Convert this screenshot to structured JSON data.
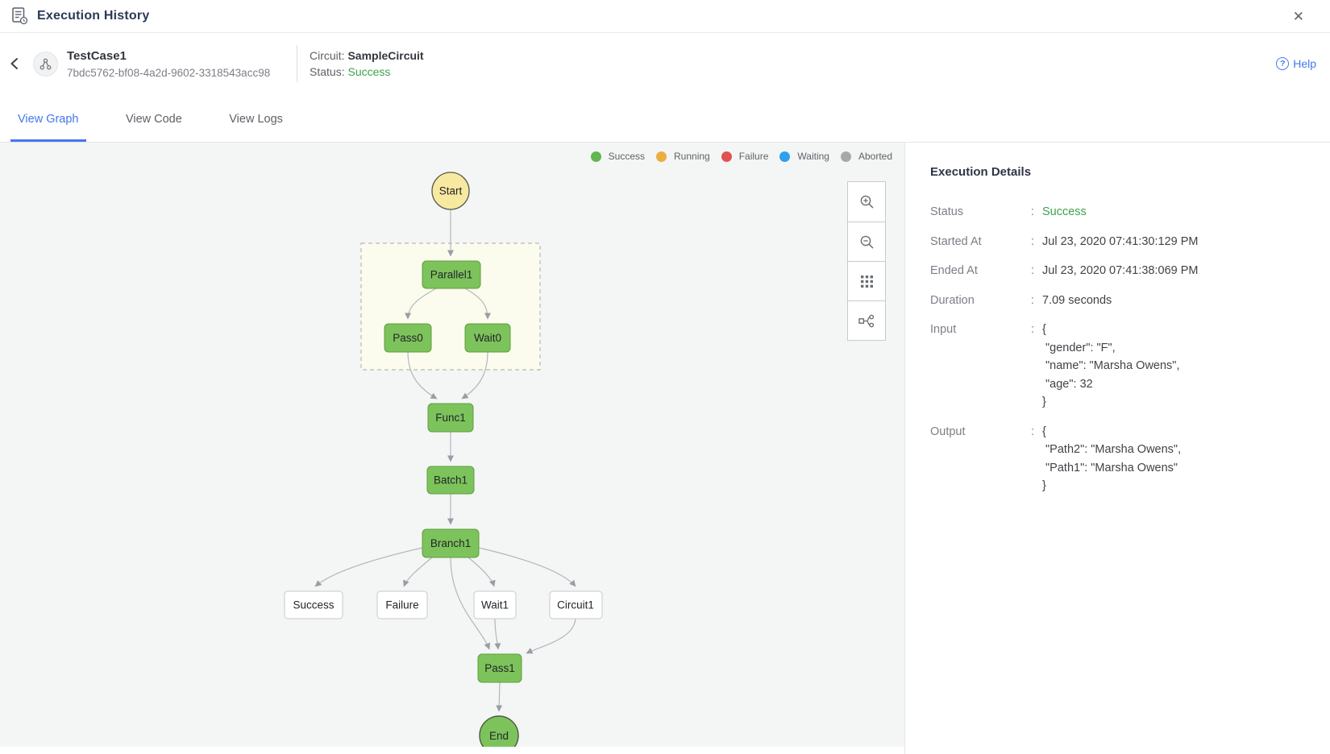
{
  "header": {
    "title": "Execution History",
    "close_glyph": "✕"
  },
  "test_case": {
    "name": "TestCase1",
    "uuid": "7bdc5762-bf08-4a2d-9602-3318543acc98",
    "circuit_label": "Circuit:",
    "circuit_value": "SampleCircuit",
    "status_label": "Status:",
    "status_value": "Success",
    "help_label": "Help",
    "help_icon": "?"
  },
  "tabs": [
    {
      "label": "View Graph",
      "active": true
    },
    {
      "label": "View Code",
      "active": false
    },
    {
      "label": "View Logs",
      "active": false
    }
  ],
  "legend": [
    {
      "label": "Success",
      "color": "#61b750"
    },
    {
      "label": "Running",
      "color": "#ecae3f"
    },
    {
      "label": "Failure",
      "color": "#e05252"
    },
    {
      "label": "Waiting",
      "color": "#2f9ff0"
    },
    {
      "label": "Aborted",
      "color": "#a6a9ac"
    }
  ],
  "graph": {
    "nodes": {
      "start": "Start",
      "parallel1": "Parallel1",
      "pass0": "Pass0",
      "wait0": "Wait0",
      "func1": "Func1",
      "batch1": "Batch1",
      "branch1": "Branch1",
      "success": "Success",
      "failure": "Failure",
      "wait1": "Wait1",
      "circuit1": "Circuit1",
      "pass1": "Pass1",
      "end": "End"
    },
    "colors": {
      "success_node_fill": "#7dc35b",
      "success_node_border": "#5e9e3f",
      "start_fill": "#f7e99f",
      "group_fill": "#fcfcee"
    }
  },
  "details": {
    "title": "Execution Details",
    "colon": ":",
    "rows": [
      {
        "label": "Status",
        "value": "Success"
      },
      {
        "label": "Started At",
        "value": "Jul 23, 2020 07:41:30:129 PM"
      },
      {
        "label": "Ended At",
        "value": "Jul 23, 2020 07:41:38:069 PM"
      },
      {
        "label": "Duration",
        "value": "7.09 seconds"
      },
      {
        "label": "Input",
        "value": "{\n \"gender\": \"F\",\n \"name\": \"Marsha Owens\",\n \"age\": 32\n}"
      },
      {
        "label": "Output",
        "value": "{\n \"Path2\": \"Marsha Owens\",\n \"Path1\": \"Marsha Owens\"\n}"
      }
    ]
  }
}
